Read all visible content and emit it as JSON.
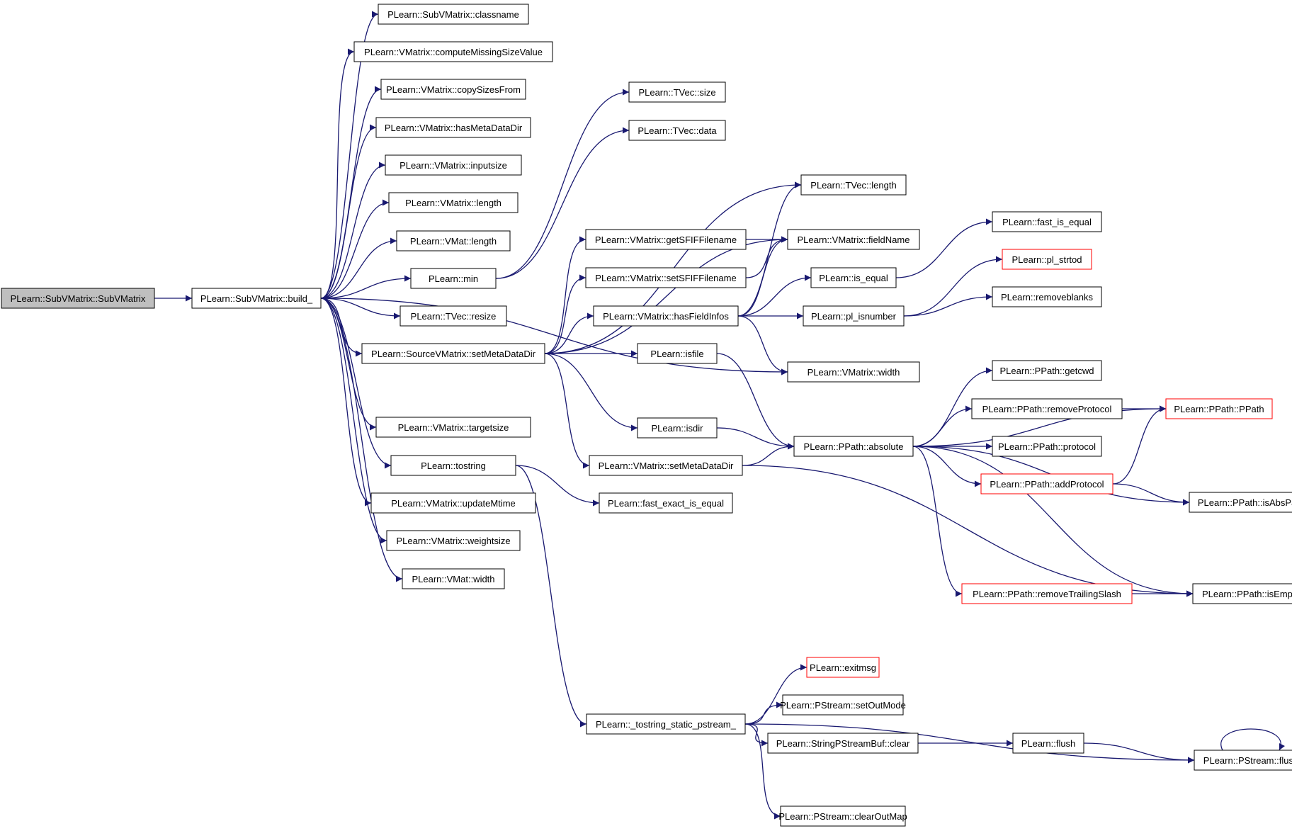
{
  "colors": {
    "edge": "#191970",
    "node_border": "#000000",
    "truncated_border": "#ff0000",
    "root_fill": "#bfbfbf",
    "background": "#ffffff"
  },
  "nodes": [
    {
      "id": "n0",
      "label": "PLearn::SubVMatrix::SubVMatrix",
      "kind": "root"
    },
    {
      "id": "n1",
      "label": "PLearn::SubVMatrix::build_"
    },
    {
      "id": "n2",
      "label": "PLearn::SubVMatrix::classname"
    },
    {
      "id": "n3",
      "label": "PLearn::VMatrix::computeMissingSizeValue"
    },
    {
      "id": "n4",
      "label": "PLearn::VMatrix::copySizesFrom"
    },
    {
      "id": "n5",
      "label": "PLearn::VMatrix::hasMetaDataDir"
    },
    {
      "id": "n6",
      "label": "PLearn::VMatrix::inputsize"
    },
    {
      "id": "n7",
      "label": "PLearn::VMatrix::length"
    },
    {
      "id": "n8",
      "label": "PLearn::VMat::length"
    },
    {
      "id": "n9",
      "label": "PLearn::min"
    },
    {
      "id": "n10",
      "label": "PLearn::TVec::resize"
    },
    {
      "id": "n11",
      "label": "PLearn::SourceVMatrix::setMetaDataDir"
    },
    {
      "id": "n12",
      "label": "PLearn::VMatrix::targetsize"
    },
    {
      "id": "n13",
      "label": "PLearn::tostring"
    },
    {
      "id": "n14",
      "label": "PLearn::VMatrix::updateMtime"
    },
    {
      "id": "n15",
      "label": "PLearn::VMatrix::weightsize"
    },
    {
      "id": "n16",
      "label": "PLearn::VMat::width"
    },
    {
      "id": "n17",
      "label": "PLearn::TVec::size"
    },
    {
      "id": "n18",
      "label": "PLearn::TVec::data"
    },
    {
      "id": "n19",
      "label": "PLearn::TVec::length"
    },
    {
      "id": "n20",
      "label": "PLearn::VMatrix::getSFIFFilename"
    },
    {
      "id": "n21",
      "label": "PLearn::VMatrix::fieldName"
    },
    {
      "id": "n22",
      "label": "PLearn::VMatrix::setSFIFFilename"
    },
    {
      "id": "n23",
      "label": "PLearn::VMatrix::hasFieldInfos"
    },
    {
      "id": "n24",
      "label": "PLearn::isfile"
    },
    {
      "id": "n25",
      "label": "PLearn::VMatrix::width"
    },
    {
      "id": "n26",
      "label": "PLearn::isdir"
    },
    {
      "id": "n27",
      "label": "PLearn::VMatrix::setMetaDataDir"
    },
    {
      "id": "n28",
      "label": "PLearn::fast_exact_is_equal"
    },
    {
      "id": "n29",
      "label": "PLearn::fast_is_equal"
    },
    {
      "id": "n30",
      "label": "PLearn::pl_strtod",
      "kind": "truncated"
    },
    {
      "id": "n31",
      "label": "PLearn::is_equal"
    },
    {
      "id": "n32",
      "label": "PLearn::removeblanks"
    },
    {
      "id": "n33",
      "label": "PLearn::pl_isnumber"
    },
    {
      "id": "n34",
      "label": "PLearn::PPath::getcwd"
    },
    {
      "id": "n35",
      "label": "PLearn::PPath::removeProtocol"
    },
    {
      "id": "n36",
      "label": "PLearn::PPath::PPath",
      "kind": "truncated"
    },
    {
      "id": "n37",
      "label": "PLearn::PPath::protocol"
    },
    {
      "id": "n38",
      "label": "PLearn::PPath::absolute"
    },
    {
      "id": "n39",
      "label": "PLearn::PPath::addProtocol",
      "kind": "truncated"
    },
    {
      "id": "n40",
      "label": "PLearn::PPath::isAbsPath"
    },
    {
      "id": "n41",
      "label": "PLearn::PPath::removeTrailingSlash",
      "kind": "truncated"
    },
    {
      "id": "n42",
      "label": "PLearn::PPath::isEmpty"
    },
    {
      "id": "n43",
      "label": "PLearn::exitmsg",
      "kind": "truncated"
    },
    {
      "id": "n44",
      "label": "PLearn::PStream::setOutMode"
    },
    {
      "id": "n45",
      "label": "PLearn::_tostring_static_pstream_"
    },
    {
      "id": "n46",
      "label": "PLearn::StringPStreamBuf::clear"
    },
    {
      "id": "n47",
      "label": "PLearn::flush"
    },
    {
      "id": "n48",
      "label": "PLearn::PStream::flush"
    },
    {
      "id": "n49",
      "label": "PLearn::PStream::clearOutMap"
    }
  ],
  "edges": [
    [
      "n0",
      "n1"
    ],
    [
      "n1",
      "n2"
    ],
    [
      "n1",
      "n3"
    ],
    [
      "n1",
      "n4"
    ],
    [
      "n1",
      "n5"
    ],
    [
      "n1",
      "n6"
    ],
    [
      "n1",
      "n7"
    ],
    [
      "n1",
      "n8"
    ],
    [
      "n1",
      "n9"
    ],
    [
      "n1",
      "n10"
    ],
    [
      "n1",
      "n11"
    ],
    [
      "n1",
      "n25"
    ],
    [
      "n1",
      "n12"
    ],
    [
      "n1",
      "n13"
    ],
    [
      "n1",
      "n14"
    ],
    [
      "n1",
      "n15"
    ],
    [
      "n1",
      "n16"
    ],
    [
      "n9",
      "n17"
    ],
    [
      "n9",
      "n18"
    ],
    [
      "n11",
      "n19"
    ],
    [
      "n11",
      "n21"
    ],
    [
      "n11",
      "n20"
    ],
    [
      "n11",
      "n22"
    ],
    [
      "n11",
      "n23"
    ],
    [
      "n11",
      "n24"
    ],
    [
      "n11",
      "n26"
    ],
    [
      "n11",
      "n27"
    ],
    [
      "n20",
      "n21"
    ],
    [
      "n22",
      "n21"
    ],
    [
      "n23",
      "n19"
    ],
    [
      "n23",
      "n21"
    ],
    [
      "n23",
      "n31"
    ],
    [
      "n23",
      "n33"
    ],
    [
      "n23",
      "n25"
    ],
    [
      "n24",
      "n38"
    ],
    [
      "n26",
      "n38"
    ],
    [
      "n27",
      "n38"
    ],
    [
      "n27",
      "n42"
    ],
    [
      "n13",
      "n28"
    ],
    [
      "n13",
      "n45"
    ],
    [
      "n31",
      "n29"
    ],
    [
      "n33",
      "n30"
    ],
    [
      "n33",
      "n32"
    ],
    [
      "n38",
      "n36"
    ],
    [
      "n38",
      "n34"
    ],
    [
      "n38",
      "n35"
    ],
    [
      "n38",
      "n37"
    ],
    [
      "n38",
      "n39"
    ],
    [
      "n38",
      "n40"
    ],
    [
      "n38",
      "n41"
    ],
    [
      "n38",
      "n42"
    ],
    [
      "n35",
      "n36"
    ],
    [
      "n39",
      "n36"
    ],
    [
      "n39",
      "n40"
    ],
    [
      "n41",
      "n42"
    ],
    [
      "n45",
      "n43"
    ],
    [
      "n45",
      "n44"
    ],
    [
      "n45",
      "n46"
    ],
    [
      "n45",
      "n48"
    ],
    [
      "n45",
      "n49"
    ],
    [
      "n46",
      "n47"
    ],
    [
      "n47",
      "n48"
    ],
    [
      "n48",
      "n48"
    ]
  ]
}
